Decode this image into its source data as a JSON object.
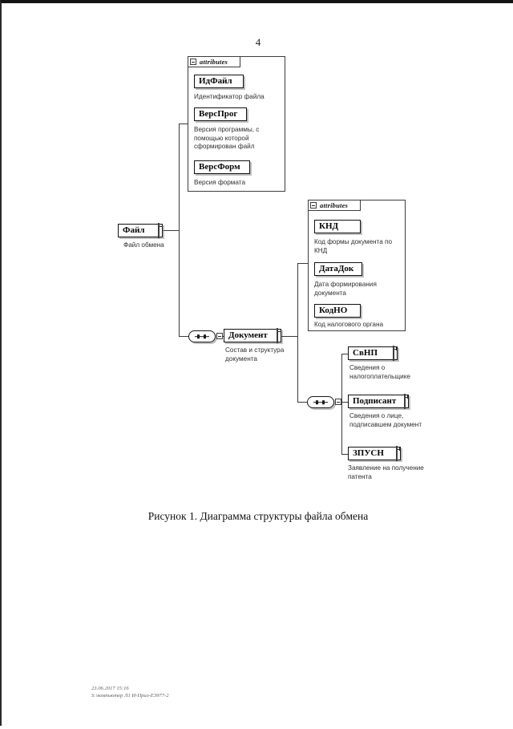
{
  "page": {
    "number": "4",
    "figure_caption": "Рисунок 1. Диаграмма структуры файла обмена",
    "footer_line1": "23.06.2017 15:16",
    "footer_line2": "S:\\компьютер Л1 И-Прил-Е3977-2"
  },
  "icons": {
    "collapse": "minus-box-icon",
    "expand": "plus-box-icon",
    "sequence": "sequence-compositor-icon"
  },
  "diagram": {
    "root": {
      "name": "Файл",
      "caption": "Файл обмена"
    },
    "root_attributes": {
      "header": "attributes",
      "items": [
        {
          "name": "ИдФайл",
          "caption": "Идентификатор файла"
        },
        {
          "name": "ВерсПрог",
          "caption": "Версия программы, с помощью которой сформирован файл"
        },
        {
          "name": "ВерсФорм",
          "caption": "Версия формата"
        }
      ]
    },
    "document": {
      "name": "Документ",
      "caption": "Состав и структура документа"
    },
    "document_attributes": {
      "header": "attributes",
      "items": [
        {
          "name": "КНД",
          "caption": "Код формы документа по КНД"
        },
        {
          "name": "ДатаДок",
          "caption": "Дата формирования документа"
        },
        {
          "name": "КодНО",
          "caption": "Код налогового органа"
        }
      ]
    },
    "document_children": [
      {
        "name": "СвНП",
        "caption": "Сведения о налогоплательщике"
      },
      {
        "name": "Подписант",
        "caption": "Сведения о лице, подписавшем документ"
      },
      {
        "name": "ЗПУСН",
        "caption": "Заявление на получение патента"
      }
    ]
  }
}
